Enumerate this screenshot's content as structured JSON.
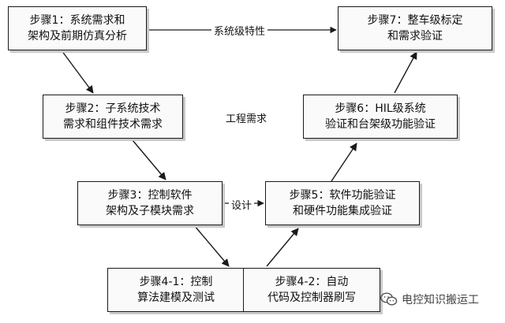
{
  "steps": {
    "s1": {
      "l1": "步骤1：系统需求和",
      "l2": "架构及前期仿真分析"
    },
    "s2": {
      "l1": "步骤2：子系统技术",
      "l2": "需求和组件技术需求"
    },
    "s3": {
      "l1": "步骤3：控制软件",
      "l2": "架构及子模块需求"
    },
    "s41": {
      "l1": "步骤4-1：控制",
      "l2": "算法建模及测试"
    },
    "s42": {
      "l1": "步骤4-2：自动",
      "l2": "代码及控制器刷写"
    },
    "s5": {
      "l1": "步骤5：软件功能验证",
      "l2": "和硬件功能集成验证"
    },
    "s6": {
      "l1": "步骤6：HIL级系统",
      "l2": "验证和台架级功能验证"
    },
    "s7": {
      "l1": "步骤7：整车级标定",
      "l2": "和需求验证"
    }
  },
  "levels": {
    "system": "系统级特性",
    "engineering": "工程需求",
    "design": "设计"
  },
  "watermark": {
    "text": "电控知识搬运工",
    "icon": "wechat-icon"
  }
}
